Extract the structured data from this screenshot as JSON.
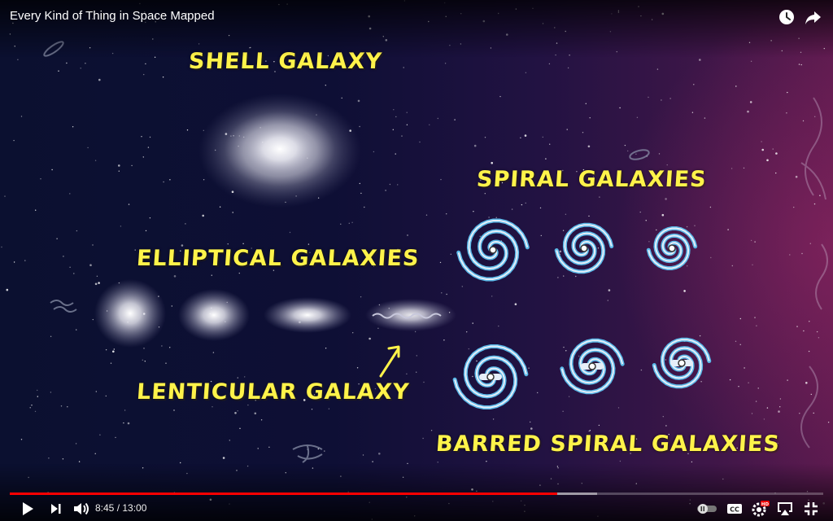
{
  "video": {
    "title": "Every Kind of Thing in Space Mapped",
    "current_time": "8:45",
    "duration": "13:00",
    "time_display": "8:45 / 13:00",
    "progress_played": 0.673,
    "progress_buffered": 0.722,
    "settings_badge": "HD"
  },
  "labels": {
    "shell": "SHELL GALAXY",
    "elliptical": "ELLIPTICAL GALAXIES",
    "lenticular": "LENTICULAR GALAXY",
    "spiral": "SPIRAL GALAXIES",
    "barred_spiral": "BARRED SPIRAL GALAXIES"
  },
  "colors": {
    "label": "#fff34a",
    "progress": "#ff0000",
    "spiral_arm": "#5ab8e8"
  },
  "icons": {
    "top": [
      "watch-later-icon",
      "share-icon"
    ],
    "controls": [
      "play-icon",
      "next-icon",
      "volume-icon",
      "autoplay-toggle-icon",
      "captions-icon",
      "settings-icon",
      "airplay-icon",
      "exit-fullscreen-icon"
    ]
  }
}
